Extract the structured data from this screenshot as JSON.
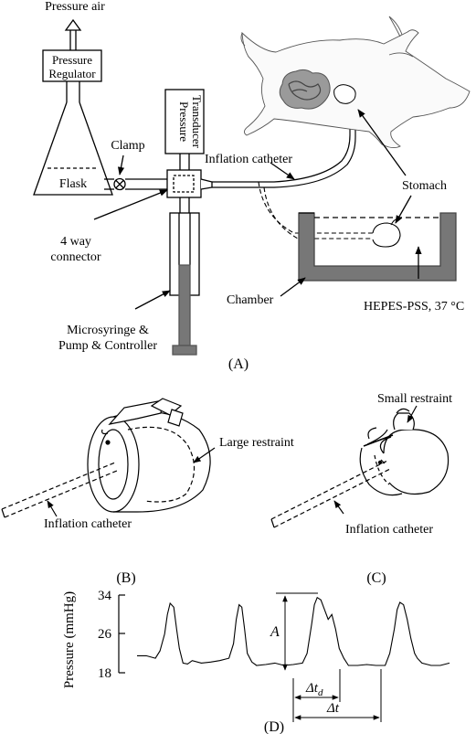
{
  "panel_a": {
    "label": "(A)",
    "pressure_air": "Pressure air",
    "regulator_line1": "Pressure",
    "regulator_line2": "Regulator",
    "flask": "Flask",
    "clamp": "Clamp",
    "transducer_line1": "Pressure",
    "transducer_line2": "Transducer",
    "inflation_catheter": "Inflation catheter",
    "stomach": "Stomach",
    "connector_line1": "4 way",
    "connector_line2": "connector",
    "chamber": "Chamber",
    "solution": "HEPES-PSS, 37 °C",
    "syringe_line1": "Microsyringe &",
    "syringe_line2": "Pump & Controller"
  },
  "panel_b": {
    "label": "(B)",
    "restraint": "Large restraint",
    "catheter": "Inflation catheter"
  },
  "panel_c": {
    "label": "(C)",
    "restraint": "Small restraint",
    "catheter": "Inflation catheter"
  },
  "panel_d": {
    "label": "(D)",
    "ylabel": "Pressure (mmHg)",
    "yticks": [
      "34",
      "26",
      "18"
    ],
    "amplitude": "A",
    "delta_td": "Δt",
    "delta_td_sub": "d",
    "delta_t": "Δt"
  },
  "chart_data": {
    "type": "line",
    "ylabel": "Pressure (mmHg)",
    "ylim": [
      18,
      34
    ],
    "yticks": [
      18,
      26,
      34
    ],
    "series": [
      {
        "x": [
          0,
          10,
          20,
          25,
          30,
          33,
          36,
          40,
          43,
          46,
          50,
          55,
          60,
          70,
          80,
          90,
          100,
          105,
          108,
          111,
          114,
          117,
          120,
          125,
          130,
          140,
          150,
          160,
          170,
          180,
          185,
          190,
          193,
          196,
          200,
          204,
          208,
          212,
          216,
          220,
          225,
          230,
          240,
          250,
          260,
          270,
          275,
          280,
          283,
          286,
          290,
          294,
          298,
          302,
          305,
          310,
          320,
          330,
          340
        ],
        "y": [
          21.5,
          21.5,
          21,
          22.5,
          26,
          30,
          32.3,
          31.5,
          27,
          23,
          20,
          19.8,
          20.5,
          20,
          20.2,
          20.5,
          21,
          24,
          29,
          32,
          31.5,
          27,
          22,
          20.2,
          19.5,
          19.7,
          20,
          19.5,
          19.7,
          20,
          22,
          28,
          32,
          33.5,
          33,
          31,
          29,
          30,
          27,
          23,
          21,
          19.5,
          19.5,
          19.7,
          19.5,
          19.5,
          22,
          27,
          31,
          32.5,
          32,
          29,
          25,
          22,
          21,
          20,
          19.5,
          19.5,
          20
        ]
      }
    ],
    "annotations": [
      "A",
      "Δtd",
      "Δt"
    ]
  }
}
